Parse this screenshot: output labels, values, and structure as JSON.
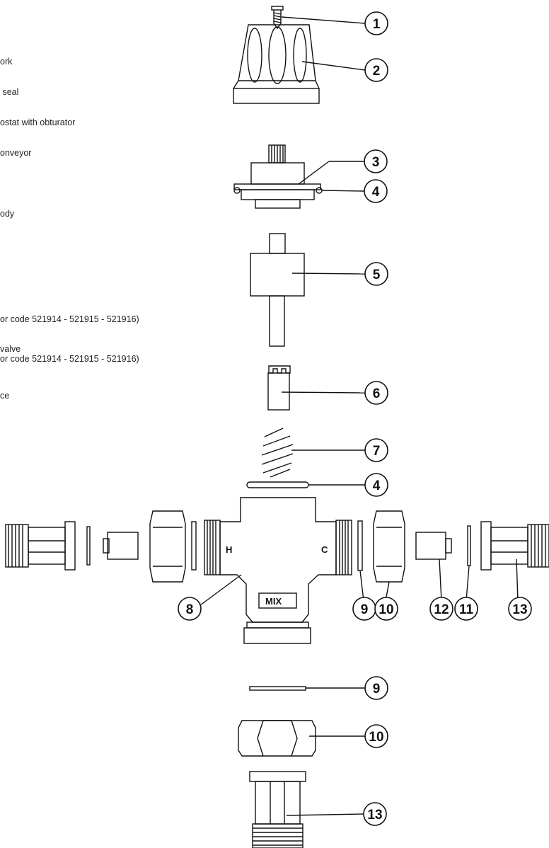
{
  "legend": {
    "lines": [
      "ork",
      " seal",
      "ostat with obturator",
      "onveyor",
      "ody",
      "or code 521914 - 521915 - 521916)",
      "valve",
      "or code 521914 - 521915 - 521916)",
      "ce"
    ]
  },
  "callouts": [
    "1",
    "2",
    "3",
    "4",
    "5",
    "6",
    "7",
    "4",
    "8",
    "9",
    "10",
    "12",
    "11",
    "13",
    "9",
    "10",
    "13"
  ],
  "body_marks": {
    "hot": "H",
    "cold": "C",
    "mix": "MIX"
  }
}
